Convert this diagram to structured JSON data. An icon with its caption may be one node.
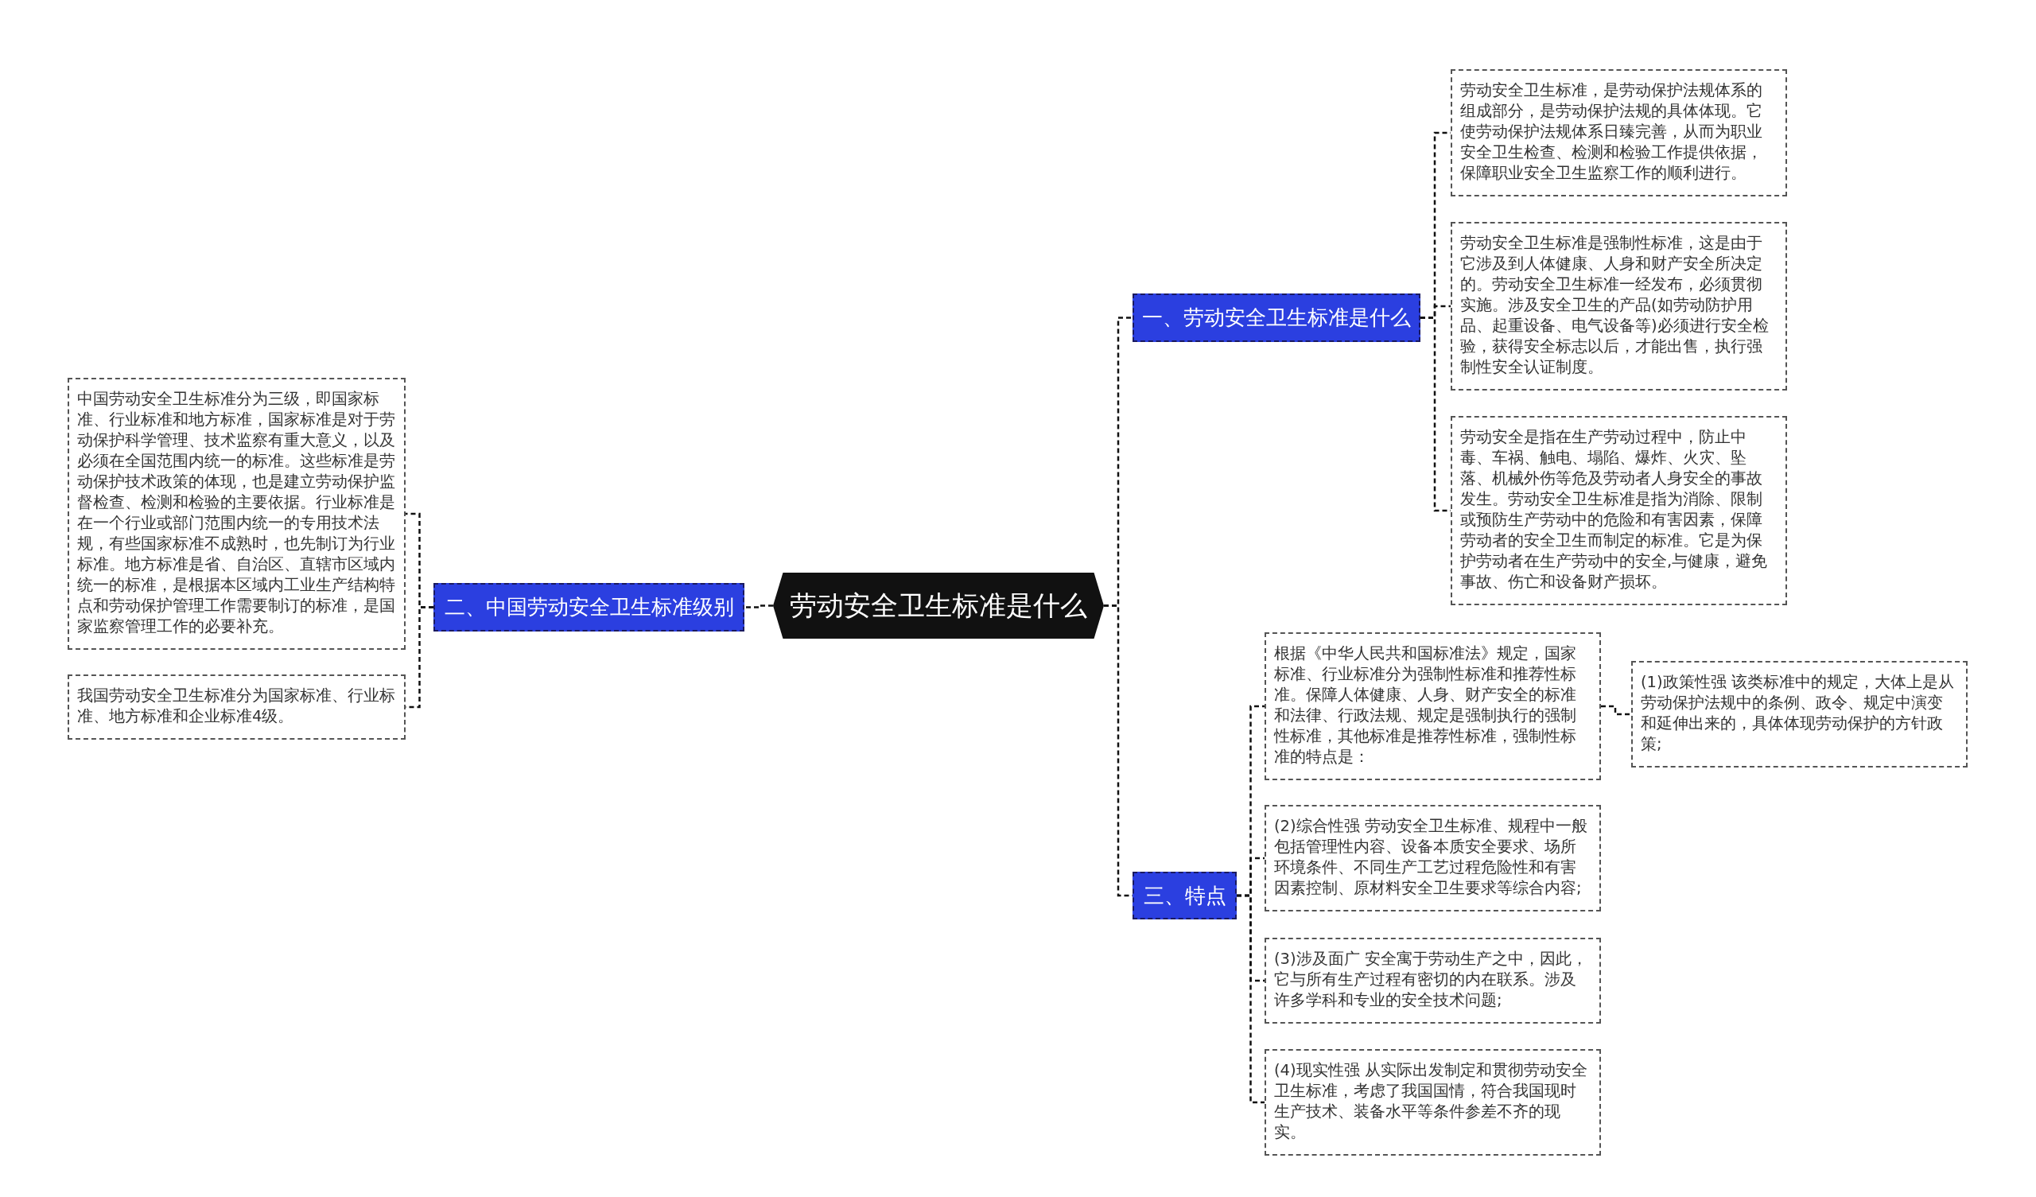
{
  "diagram": {
    "nodes": [
      {
        "text": [
          "劳动安全卫生标准是什么"
        ]
      },
      {
        "text": [
          "一、劳动安全卫生标准是什么"
        ]
      },
      {
        "text": [
          "劳动安全卫生标准，是劳动保护法规体系的组成部分，是劳动保护法规的具体体现。它使劳动保护法规体系日臻完善，从而为职业安全卫生检查、检测和检验工作提供依据，保障职业安全卫生监察工作的顺利进行。"
        ]
      },
      {
        "text": [
          "劳动安全卫生标准是强制性标准，这是由于它涉及到人体健康、人身和财产安全所决定的。劳动安全卫生标准一经发布，必须贯彻实施。涉及安全卫生的产品(如劳动防护用品、起重设备、电气设备等)必须进行安全检验，获得安全标志以后，才能出售，执行强制性安全认证制度。"
        ]
      },
      {
        "text": [
          "劳动安全是指在生产劳动过程中，防止中毒、车祸、触电、塌陷、爆炸、火灾、坠落、机械外伤等危及劳动者人身安全的事故发生。劳动安全卫生标准是指为消除、限制或预防生产劳动中的危险和有害因素，保障劳动者的安全卫生而制定的标准。它是为保护劳动者在生产劳动中的安全,与健康，避免事故、伤亡和设备财产损坏。"
        ]
      },
      {
        "text": [
          "二、中国劳动安全卫生标准级别"
        ]
      },
      {
        "text": [
          "中国劳动安全卫生标准分为三级，即国家标准、行业标准和地方标准，国家标准是对于劳动保护科学管理、技术监察有重大意义，以及必须在全国范围内统一的标准。这些标准是劳动保护技术政策的体现，也是建立劳动保护监督检查、检测和检验的主要依据。行业标准是在一个行业或部门范围内统一的专用技术法规，有些国家标准不成熟时，也先制订为行业标准。地方标准是省、自治区、直辖市区域内统一的标准，是根据本区域内工业生产结构特点和劳动保护管理工作需要制订的标准，是国家监察管理工作的必要补充。"
        ]
      },
      {
        "text": [
          "我国劳动安全卫生标准分为国家标准、行业标准、地方标准和企业标准4级。"
        ]
      },
      {
        "text": [
          "三、特点"
        ]
      },
      {
        "text": [
          "根据《中华人民共和国标准法》规定，国家标准、行业标准分为强制性标准和推荐性标准。保障人体健康、人身、财产安全的标准和法律、行政法规、规定是强制执行的强制性标准，其他标准是推荐性标准，强制性标准的特点是："
        ]
      },
      {
        "text": [
          "(1)政策性强 该类标准中的规定，大体上是从劳动保护法规中的条例、政令、规定中演变和延伸出来的，具体体现劳动保护的方针政策;"
        ]
      },
      {
        "text": [
          "(2)综合性强 劳动安全卫生标准、规程中一般包括管理性内容、设备本质安全要求、场所环境条件、不同生产工艺过程危险性和有害因素控制、原材料安全卫生要求等综合内容;"
        ]
      },
      {
        "text": [
          "(3)涉及面广 安全寓于劳动生产之中，因此，它与所有生产过程有密切的内在联系。涉及许多学科和专业的安全技术问题;"
        ]
      },
      {
        "text": [
          "(4)现实性强 从实际出发制定和贯彻劳动安全卫生标准，考虑了我国国情，符合我国现时生产技术、装备水平等条件参差不齐的现实。"
        ]
      }
    ],
    "edges": [
      {
        "from": 0,
        "to": 1,
        "arrow": "none"
      },
      {
        "from": 1,
        "to": 2,
        "arrow": "none"
      },
      {
        "from": 1,
        "to": 3,
        "arrow": "none"
      },
      {
        "from": 1,
        "to": 4,
        "arrow": "none"
      },
      {
        "from": 0,
        "to": 5,
        "arrow": "none"
      },
      {
        "from": 5,
        "to": 6,
        "arrow": "none"
      },
      {
        "from": 5,
        "to": 7,
        "arrow": "none"
      },
      {
        "from": 0,
        "to": 8,
        "arrow": "none"
      },
      {
        "from": 8,
        "to": 9,
        "arrow": "none"
      },
      {
        "from": 9,
        "to": 10,
        "arrow": "none"
      },
      {
        "from": 8,
        "to": 11,
        "arrow": "none"
      },
      {
        "from": 8,
        "to": 12,
        "arrow": "none"
      },
      {
        "from": 8,
        "to": 13,
        "arrow": "none"
      }
    ]
  }
}
